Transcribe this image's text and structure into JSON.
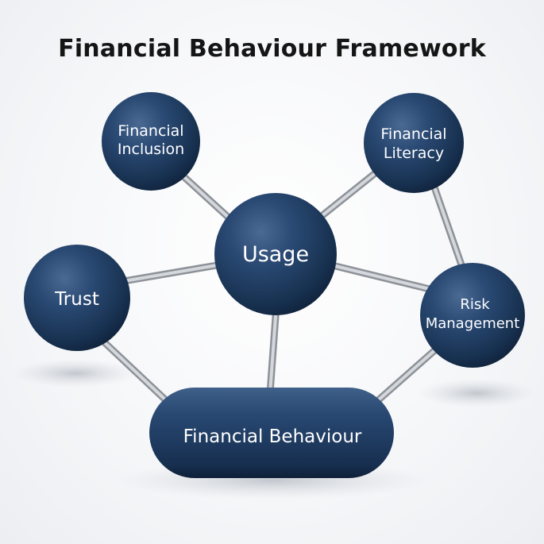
{
  "title": "Financial Behaviour Framework",
  "colors": {
    "node": "#1d3a60",
    "connector": "#b9bdc2",
    "text": "#ffffff",
    "title": "#151515"
  },
  "nodes": {
    "financial_inclusion": {
      "line1": "Financial",
      "line2": "Inclusion"
    },
    "financial_literacy": {
      "line1": "Financial",
      "line2": "Literacy"
    },
    "usage": {
      "label": "Usage"
    },
    "trust": {
      "label": "Trust"
    },
    "risk_management": {
      "line1": "Risk",
      "line2": "Management"
    },
    "financial_behaviour": {
      "label": "Financial Behaviour"
    }
  },
  "connections": [
    [
      "financial_inclusion",
      "usage"
    ],
    [
      "financial_literacy",
      "usage"
    ],
    [
      "financial_literacy",
      "risk_management"
    ],
    [
      "trust",
      "usage"
    ],
    [
      "usage",
      "risk_management"
    ],
    [
      "usage",
      "financial_behaviour"
    ],
    [
      "trust",
      "financial_behaviour"
    ],
    [
      "risk_management",
      "financial_behaviour"
    ]
  ]
}
